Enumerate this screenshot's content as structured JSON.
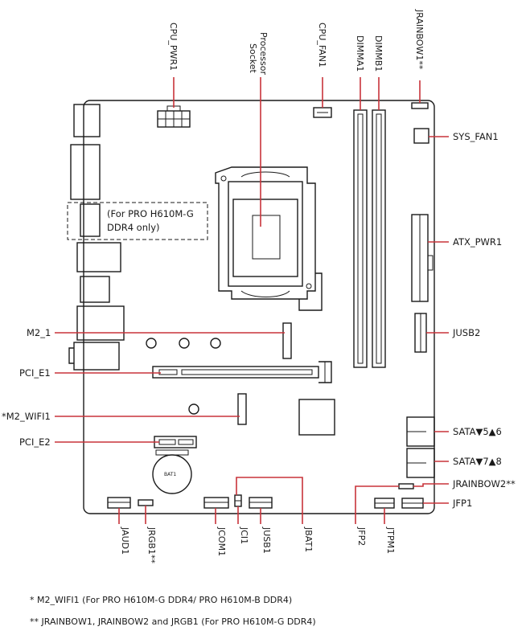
{
  "labels": {
    "cpu_pwr1": "CPU_PWR1",
    "processor_socket_1": "Processor",
    "processor_socket_2": "Socket",
    "cpu_fan1": "CPU_FAN1",
    "dimma1": "DIMMA1",
    "dimmb1": "DIMMB1",
    "jrainbow1": "JRAINBOW1**",
    "sys_fan1": "SYS_FAN1",
    "atx_pwr1": "ATX_PWR1",
    "jusb2": "JUSB2",
    "m2_1": "M2_1",
    "pci_e1": "PCI_E1",
    "m2_wifi1": "*M2_WIFI1",
    "pci_e2": "PCI_E2",
    "sata56": "SATA▼5▲6",
    "sata78": "SATA▼7▲8",
    "jrainbow2": "JRAINBOW2**",
    "jfp1": "JFP1",
    "jaud1": "JAUD1",
    "jrgb1": "JRGB1**",
    "jcom1": "JCOM1",
    "jci1": "JCI1",
    "jusb1": "JUSB1",
    "jbat1": "JBAT1",
    "jfp2": "JFP2",
    "jtpm1": "JTPM1",
    "bat1": "BAT1",
    "note_line1": "(For PRO H610M-G",
    "note_line2": "DDR4 only)"
  },
  "footnotes": {
    "line1": "* M2_WIFI1 (For PRO H610M-G DDR4/ PRO H610M-B DDR4)",
    "line2": "** JRAINBOW1, JRAINBOW2 and JRGB1 (For PRO H610M-G DDR4)"
  },
  "colors": {
    "callout": "#c8333a",
    "outline": "#1a1a1a",
    "background": "#ffffff"
  }
}
